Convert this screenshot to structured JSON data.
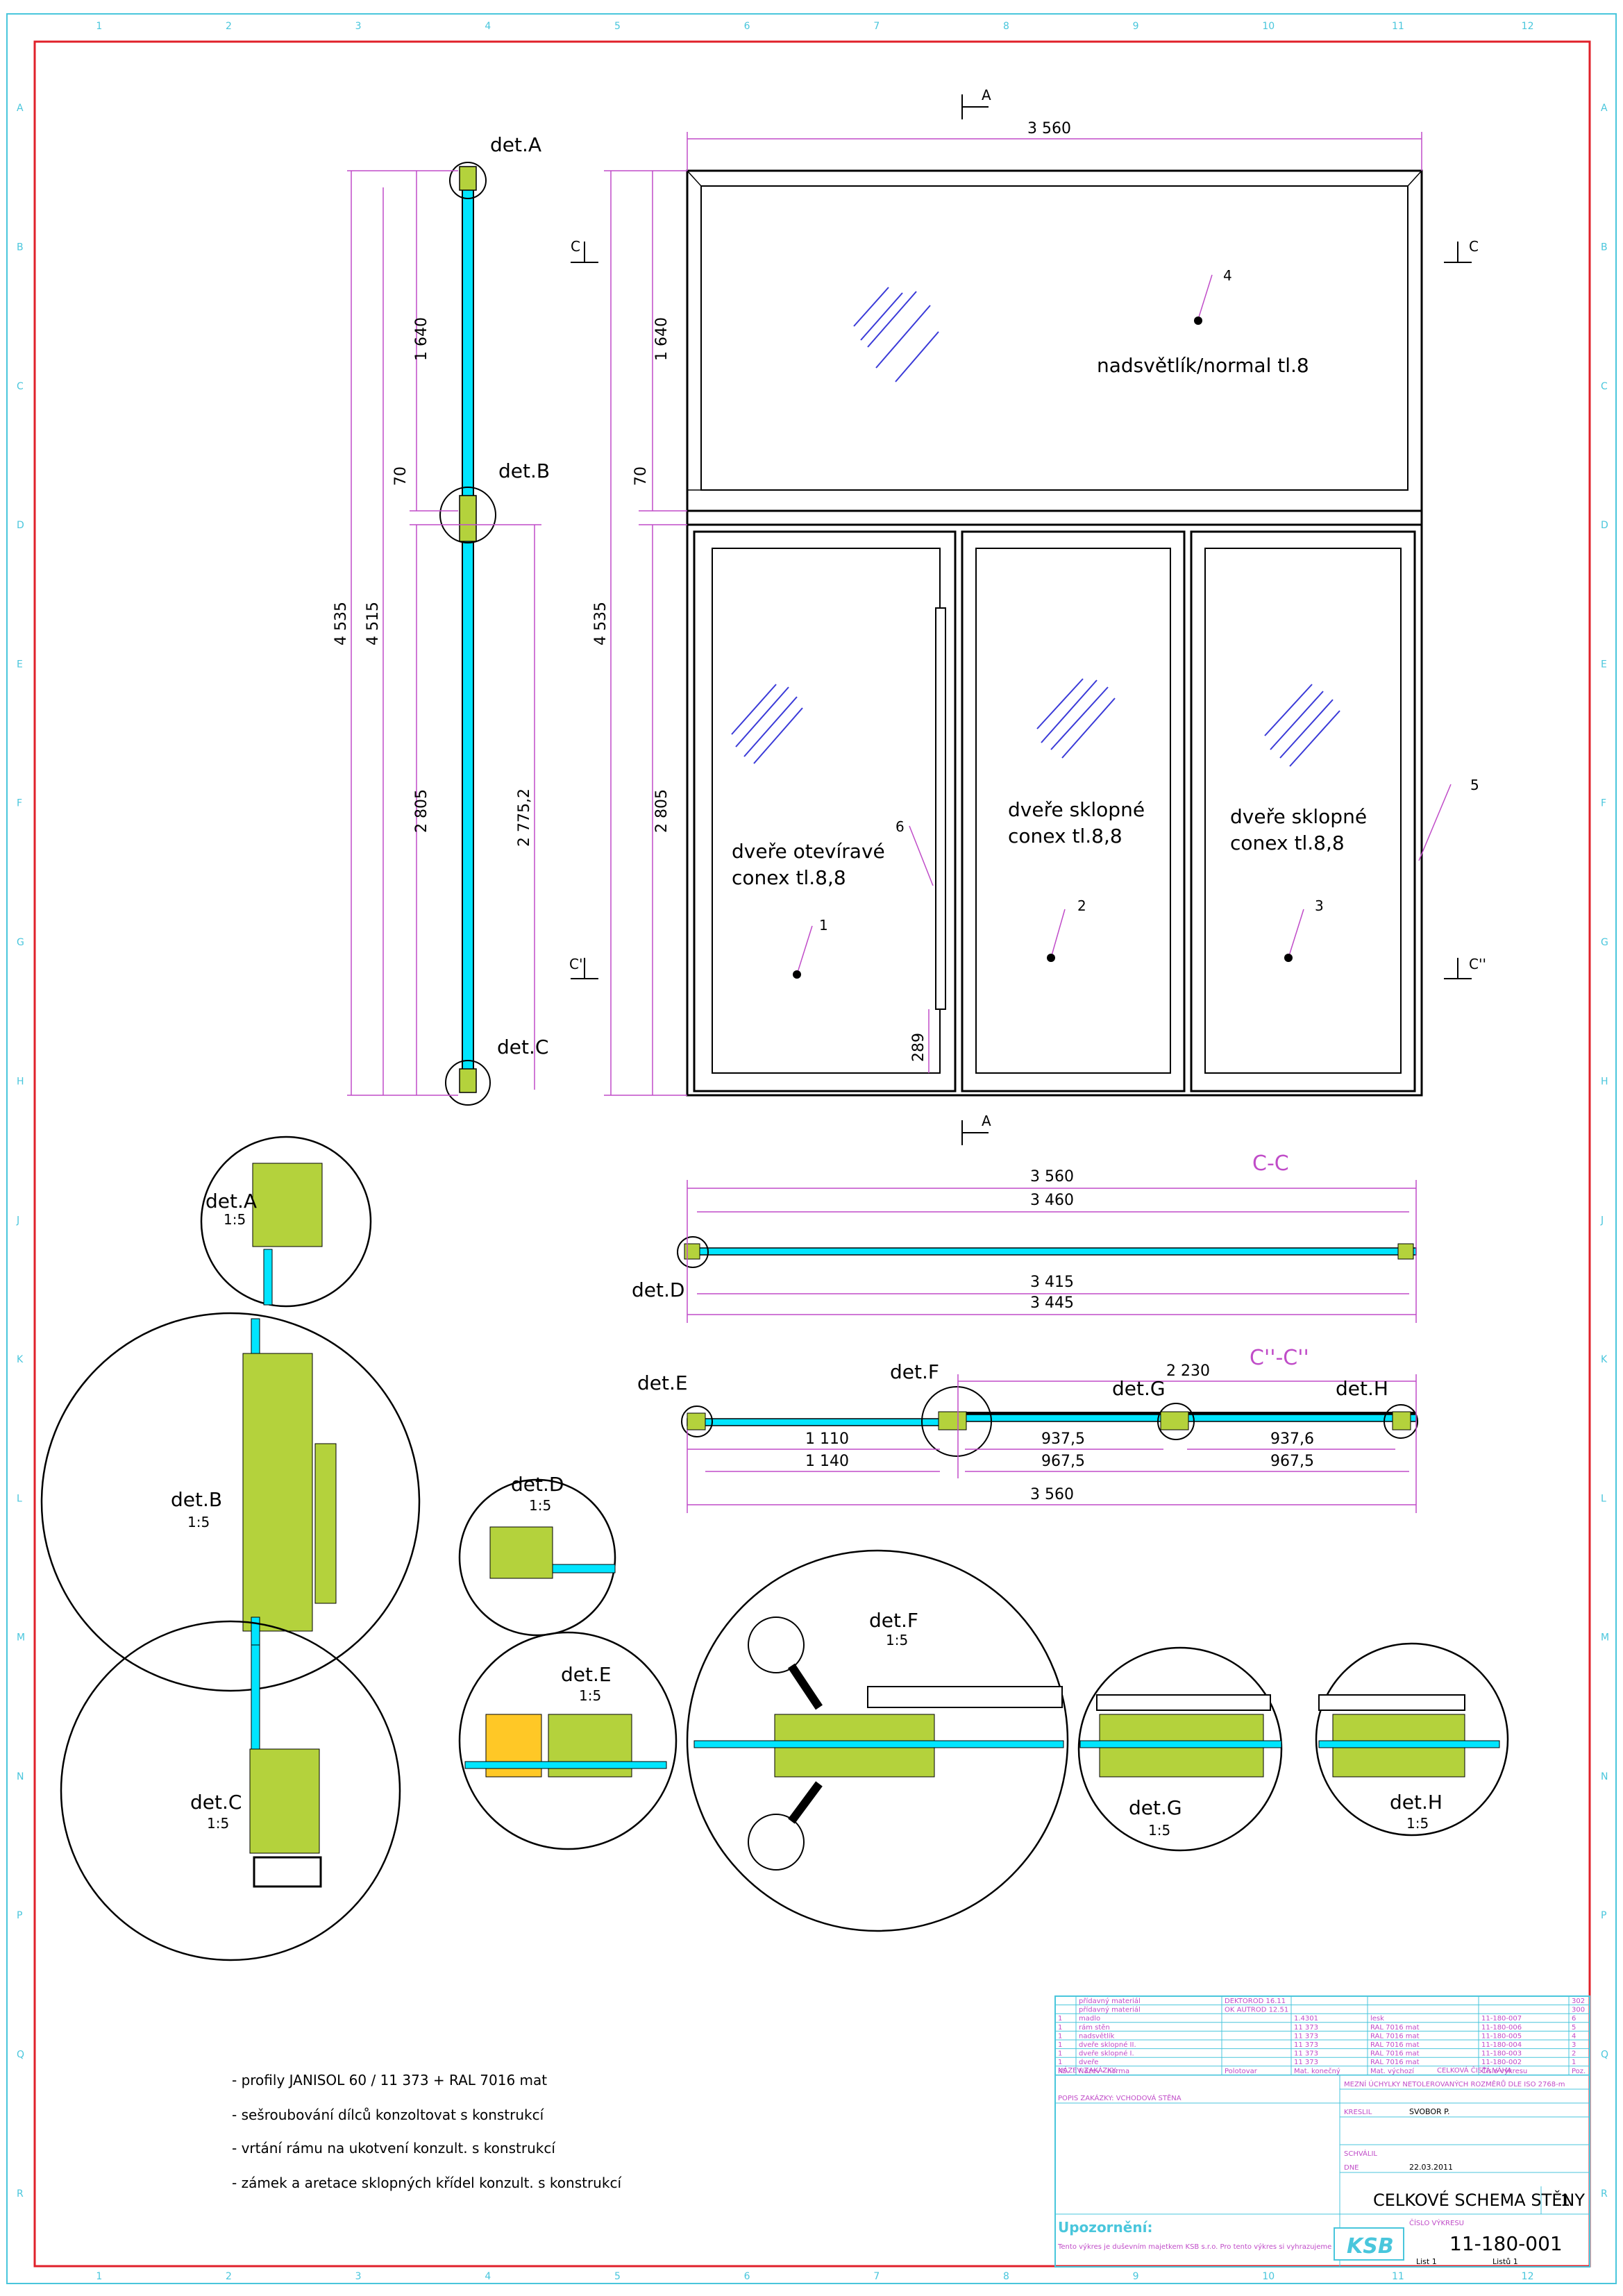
{
  "grid": {
    "columns": [
      "1",
      "2",
      "3",
      "4",
      "5",
      "6",
      "7",
      "8",
      "9",
      "10",
      "11",
      "12"
    ],
    "rows": [
      "A",
      "B",
      "C",
      "D",
      "E",
      "F",
      "G",
      "H",
      "J",
      "K",
      "L",
      "M",
      "N",
      "P",
      "Q",
      "R"
    ]
  },
  "elevation_left": {
    "dims": [
      "4 535",
      "4 515",
      "1 640",
      "70",
      "2 805",
      "2 775,2"
    ],
    "details": [
      "det.A",
      "det.B",
      "det.C"
    ]
  },
  "elevation_main": {
    "section_marks": [
      "A",
      "A",
      "C",
      "C",
      "C''",
      "C''"
    ],
    "dims": {
      "width": "3 560",
      "top_h": "1 640",
      "gap": "70",
      "total_h": "4 535",
      "bottom_h": "2 805",
      "handle": "289"
    },
    "transom_label": "nadsvětlík/normal tl.8",
    "panel1_label": [
      "dveře otevíravé",
      "conex tl.8,8"
    ],
    "panel2_label": [
      "dveře sklopné",
      "conex tl.8,8"
    ],
    "panel3_label": [
      "dveře sklopné",
      "conex tl.8,8"
    ],
    "item_numbers": [
      "1",
      "2",
      "3",
      "4",
      "5",
      "6"
    ]
  },
  "section_cc": {
    "title": "C-C",
    "dims": [
      "3 560",
      "3 460",
      "3 415",
      "3 445"
    ],
    "detail": "det.D"
  },
  "section_c2": {
    "title": "C''-C''",
    "dims": [
      "2 230",
      "1 110",
      "1 140",
      "937,5",
      "967,5",
      "937,6",
      "967,5",
      "3 560"
    ],
    "details": [
      "det.E",
      "det.F",
      "det.G",
      "det.H"
    ]
  },
  "detail_circles": [
    {
      "name": "det.A",
      "scale": "1:5"
    },
    {
      "name": "det.B",
      "scale": "1:5"
    },
    {
      "name": "det.C",
      "scale": "1:5"
    },
    {
      "name": "det.D",
      "scale": "1:5"
    },
    {
      "name": "det.E",
      "scale": "1:5"
    },
    {
      "name": "det.F",
      "scale": "1:5"
    },
    {
      "name": "det.G",
      "scale": "1:5"
    },
    {
      "name": "det.H",
      "scale": "1:5"
    }
  ],
  "notes": [
    "- profily JANISOL 60 / 11 373 + RAL 7016 mat",
    "- sešroubování dílců konzoltovat s konstrukcí",
    "- vrtání rámu na ukotvení konzult. s konstrukcí",
    "- zámek a aretace sklopných křídel konzult. s konstrukcí"
  ],
  "bom": {
    "rows": [
      [
        "",
        "přídavný materiál",
        "DEKTOROD 16.11",
        "",
        "",
        "",
        "302"
      ],
      [
        "",
        "přídavný materiál",
        "OK AUTROD 12.51",
        "",
        "",
        "",
        "300"
      ],
      [
        "1",
        "madlo",
        "",
        "1.4301",
        "lesk",
        "11-180-007",
        "6"
      ],
      [
        "1",
        "rám stěn",
        "",
        "11 373",
        "RAL 7016 mat",
        "11-180-006",
        "5"
      ],
      [
        "1",
        "nadsvětlík",
        "",
        "11 373",
        "RAL 7016 mat",
        "11-180-005",
        "4"
      ],
      [
        "1",
        "dveře sklopné II.",
        "",
        "11 373",
        "RAL 7016 mat",
        "11-180-004",
        "3"
      ],
      [
        "1",
        "dveře sklopné I.",
        "",
        "11 373",
        "RAL 7016 mat",
        "11-180-003",
        "2"
      ],
      [
        "1",
        "dveře",
        "",
        "11 373",
        "RAL 7016 mat",
        "11-180-002",
        "1"
      ]
    ],
    "headers": [
      "KS.",
      "Název - norma",
      "Polotovar",
      "Mat. konečný",
      "Mat. výchozí",
      "Číslo výkresu",
      "Poz."
    ]
  },
  "title_block": {
    "customer_label": "NÁZEV ZAKÁZKY:",
    "customer_value": "POPIS ZAKÁZKY: VCHODOVÁ STĚNA",
    "weight_label": "CELKOVÁ ČISTÁ VÁHA",
    "tolerance": "MEZNÍ ÚCHYLKY NETOLEROVANÝCH ROZMĚRŮ DLE ISO 2768-m",
    "drawn_label": "KRESLIL",
    "drawn_value": "SVOBOR P.",
    "checked_label": "SCHVÁLIL",
    "date_label": "DNE",
    "date_value": "22.03.2011",
    "title": "CELKOVÉ SCHEMA STĚNY",
    "sheet_no": "1",
    "drawing_no_label": "ČÍSLO VÝKRESU",
    "drawing_no": "11-180-001",
    "sheets": "List 1",
    "sheets_total": "Listů 1",
    "warning_title": "Upozornění:",
    "warning_text": "Tento výkres je duševním majetkem KSB s.r.o. Pro tento výkres si vyhrazujeme všechna práva.",
    "logo": "KSB"
  },
  "colors": {
    "frame": "#e0202a",
    "grid": "#49c6dc",
    "dimension": "#c04cc8",
    "glass": "#00e5ff",
    "profile": "#b4d23c"
  }
}
